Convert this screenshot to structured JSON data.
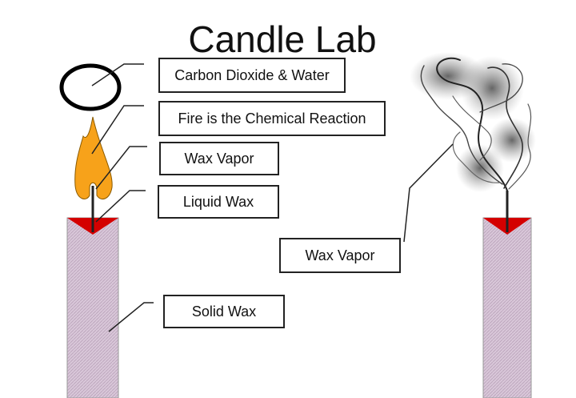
{
  "title": "Candle Lab",
  "labels": {
    "co2_water": "Carbon Dioxide & Water",
    "fire": "Fire is the Chemical Reaction",
    "wax_vapor_lit": "Wax Vapor",
    "liquid_wax": "Liquid Wax",
    "solid_wax": "Solid Wax",
    "wax_vapor_smoke": "Wax Vapor"
  },
  "colors": {
    "flame": "#f7a21a",
    "liquid_wax": "#d40000",
    "candle_body": "#d9c7d9",
    "smoke": "#555555"
  }
}
